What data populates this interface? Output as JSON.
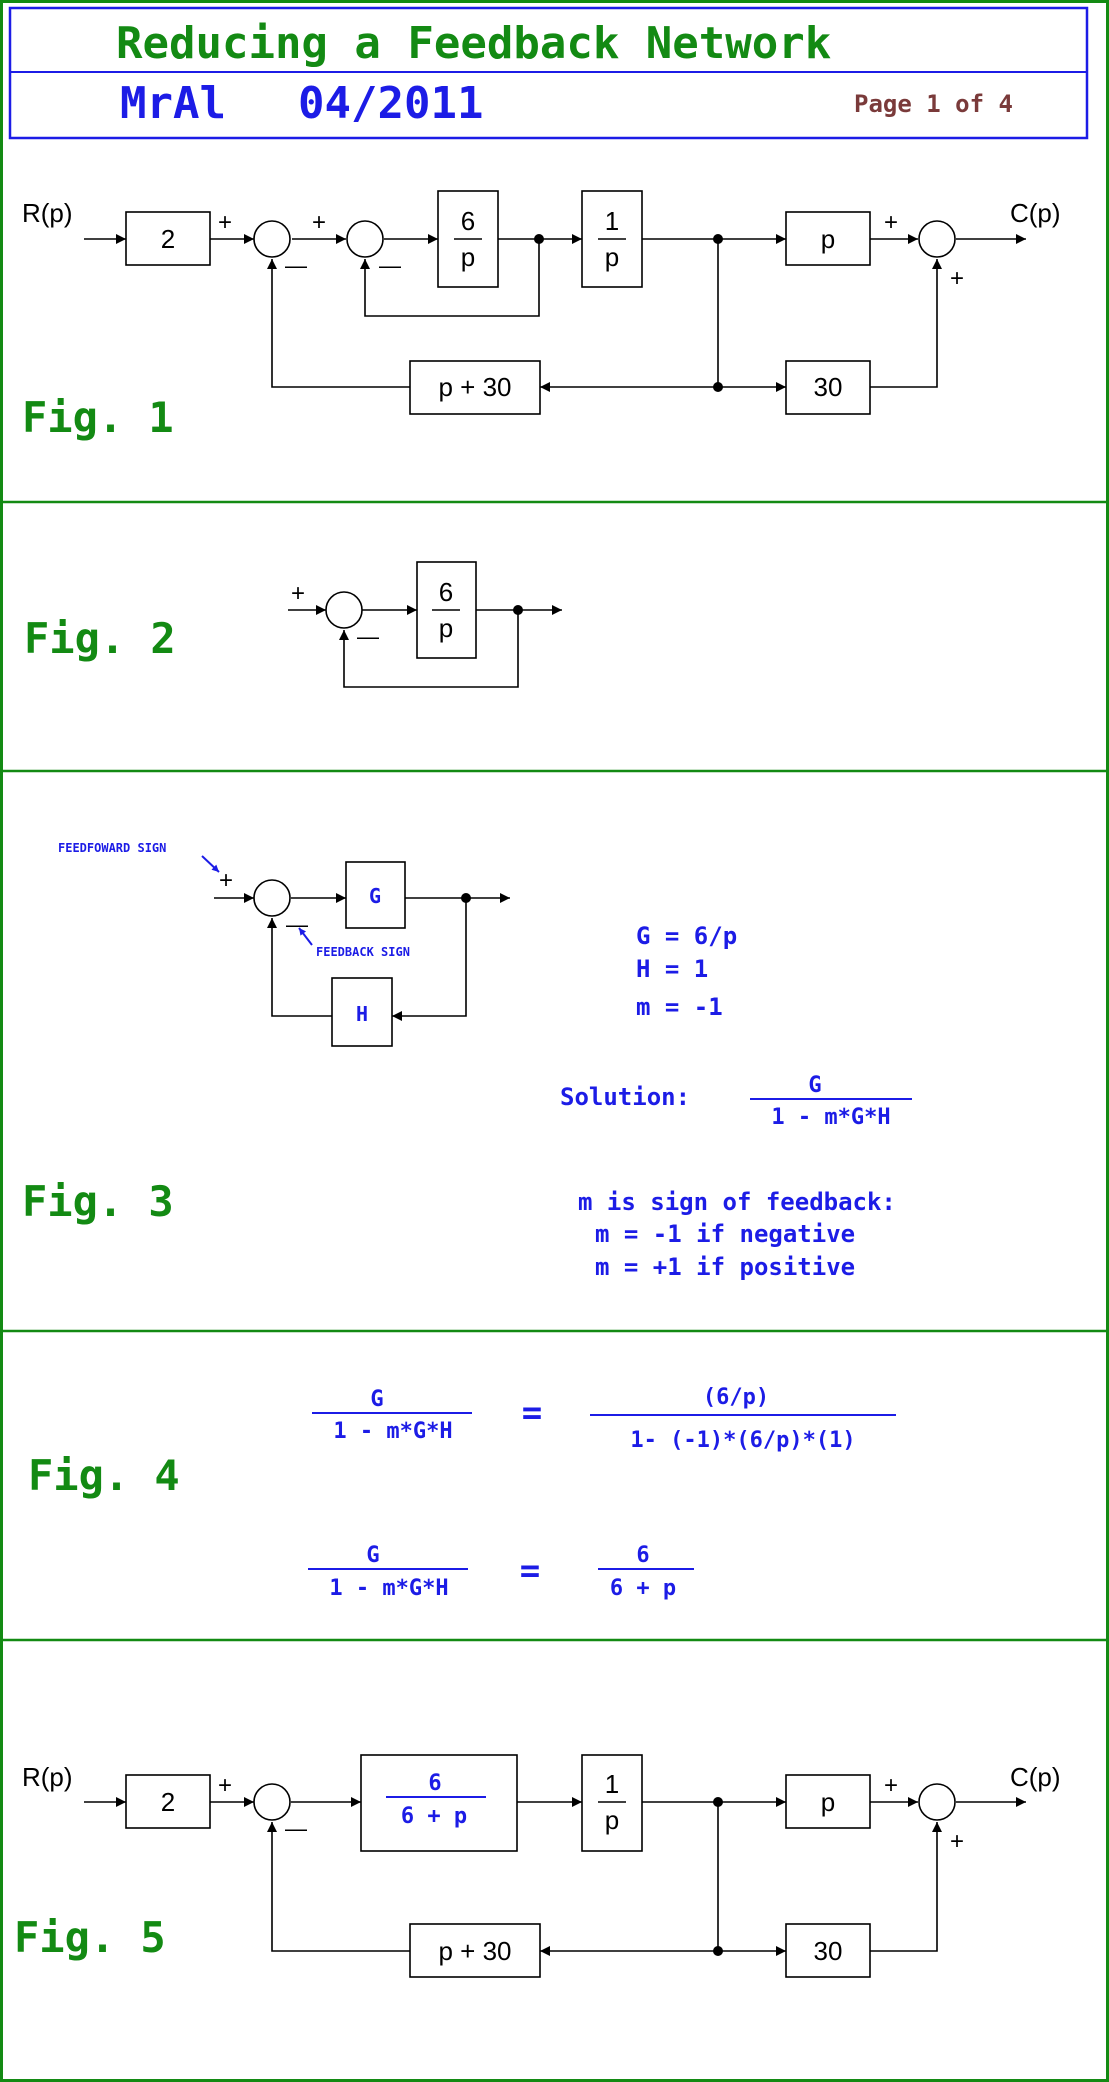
{
  "header": {
    "title": "Reducing a Feedback Network",
    "author": "MrAl",
    "date": "04/2011",
    "page": "Page 1 of 4"
  },
  "signals": {
    "input": "R(p)",
    "output": "C(p)",
    "plus": "+",
    "minus": "—"
  },
  "fig1": {
    "label": "Fig. 1",
    "gain": "2",
    "g1_num": "6",
    "g1_den": "p",
    "g2_num": "1",
    "g2_den": "p",
    "fwd": "p",
    "feedback": "p + 30",
    "const": "30"
  },
  "fig2": {
    "label": "Fig. 2",
    "g_num": "6",
    "g_den": "p"
  },
  "fig3": {
    "label": "Fig. 3",
    "g": "G",
    "h": "H",
    "feedforward_note": "FEEDFOWARD SIGN",
    "feedback_note": "FEEDBACK SIGN",
    "eq_g": "G = 6/p",
    "eq_h": "H = 1",
    "eq_m": "m = -1",
    "solution_label": "Solution:",
    "solution_num": "G",
    "solution_den": "1 - m*G*H",
    "note1": "m is sign of feedback:",
    "note2": "m = -1 if negative",
    "note3": "m = +1 if positive"
  },
  "fig4": {
    "label": "Fig. 4",
    "lhs_num": "G",
    "lhs_den": "1 - m*G*H",
    "eq": "=",
    "rhs1_num": "(6/p)",
    "rhs1_den": "1- (-1)*(6/p)*(1)",
    "rhs2_num": "6",
    "rhs2_den": "6 + p"
  },
  "fig5": {
    "label": "Fig. 5",
    "gain": "2",
    "g1_num": "6",
    "g1_den": "6 + p",
    "g2_num": "1",
    "g2_den": "p",
    "fwd": "p",
    "feedback": "p + 30",
    "const": "30"
  }
}
